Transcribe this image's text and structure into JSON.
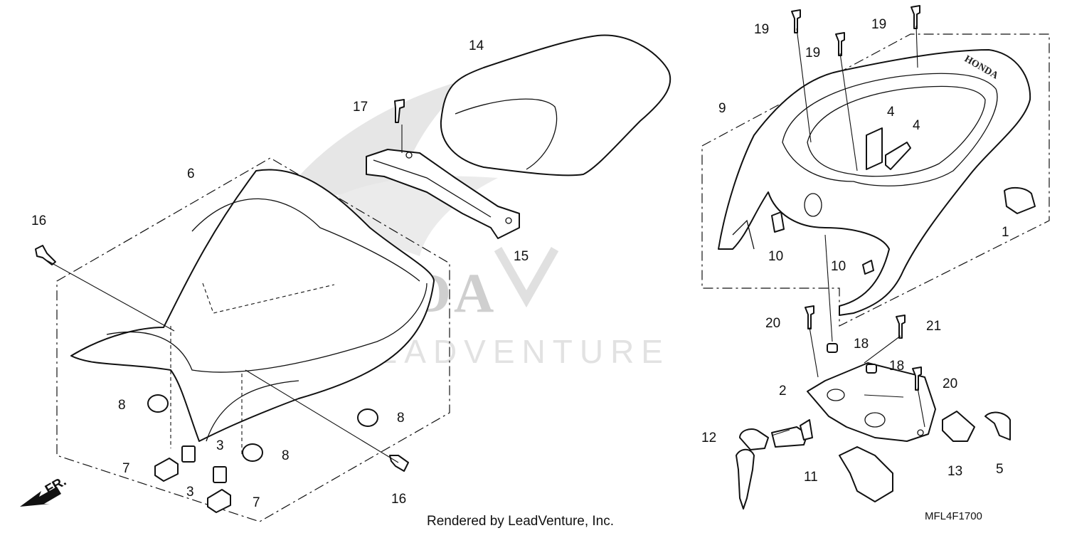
{
  "diagram": {
    "callouts": [
      "1",
      "2",
      "3",
      "3",
      "4",
      "4",
      "5",
      "6",
      "7",
      "7",
      "8",
      "8",
      "8",
      "9",
      "10",
      "10",
      "11",
      "12",
      "13",
      "14",
      "15",
      "16",
      "16",
      "17",
      "18",
      "18",
      "19",
      "19",
      "19",
      "20",
      "20",
      "21"
    ],
    "direction_label": "FR.",
    "watermark_logo": "HONDA",
    "watermark_text": "LEADVENTURE",
    "cowl_brand": "HONDA",
    "footer_credit": "Rendered by LeadVenture, Inc.",
    "diagram_code": "MFL4F1700"
  }
}
